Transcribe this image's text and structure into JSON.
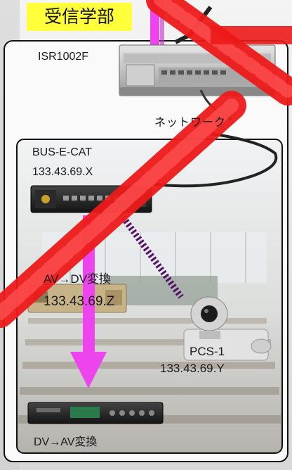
{
  "title": "受信学部",
  "devices": {
    "router": {
      "name": "ISR1002F"
    },
    "network_label": "ネットワーク",
    "switch": {
      "name": "BUS-E-CAT",
      "ip": "133.43.69.X"
    },
    "av_dv_converter": {
      "name": "AV→DV変換",
      "ip": "133.43.69.Z"
    },
    "camera": {
      "name": "PCS-1",
      "ip": "133.43.69.Y"
    },
    "dv_av_converter": {
      "name": "DV→AV変換"
    }
  },
  "colors": {
    "title_bg": "#ffff3a",
    "arrow": "#ee44ee",
    "cross": "#ee1a1a",
    "dotted_cable": "#551166"
  }
}
